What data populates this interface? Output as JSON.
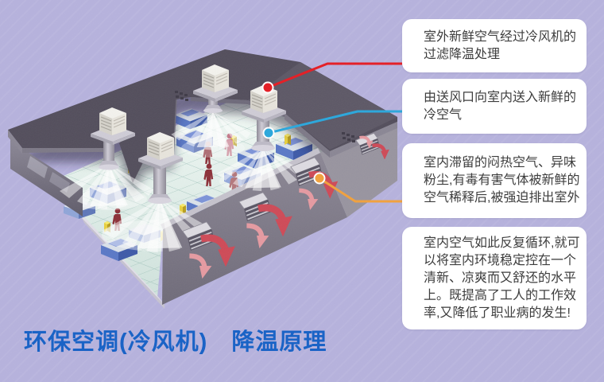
{
  "title": {
    "text": "环保空调(冷风机)　降温原理"
  },
  "callouts": [
    {
      "name": "fresh-air-intake",
      "lines": [
        "室外新鲜空气经过冷风机的",
        "过滤降温处理"
      ]
    },
    {
      "name": "cold-air-supply",
      "lines": [
        "由送风口向室内送入新鲜的",
        "冷空气"
      ]
    },
    {
      "name": "exhaust-air",
      "lines": [
        "室内滞留的闷热空气、异味",
        "粉尘,有毒有害气体被新鲜的",
        "空气稀释后,被强迫排出室外"
      ]
    },
    {
      "name": "air-circulation",
      "lines": [
        "室内空气如此反复循环,就可",
        "以将室内环境稳定控在一个",
        "清新、凉爽而又舒还的水平",
        "上。既提高了工人的工作效",
        "率,又降低了职业病的发生!"
      ]
    }
  ],
  "palette": {
    "background": "#b6b2dd",
    "box_background": "#ffffff",
    "box_text": "#3d3d3d",
    "title_blue": "#1a63c6",
    "callout_red": "#e51c23",
    "callout_cyan": "#2aa7dc",
    "callout_orange": "#f2a13c"
  }
}
